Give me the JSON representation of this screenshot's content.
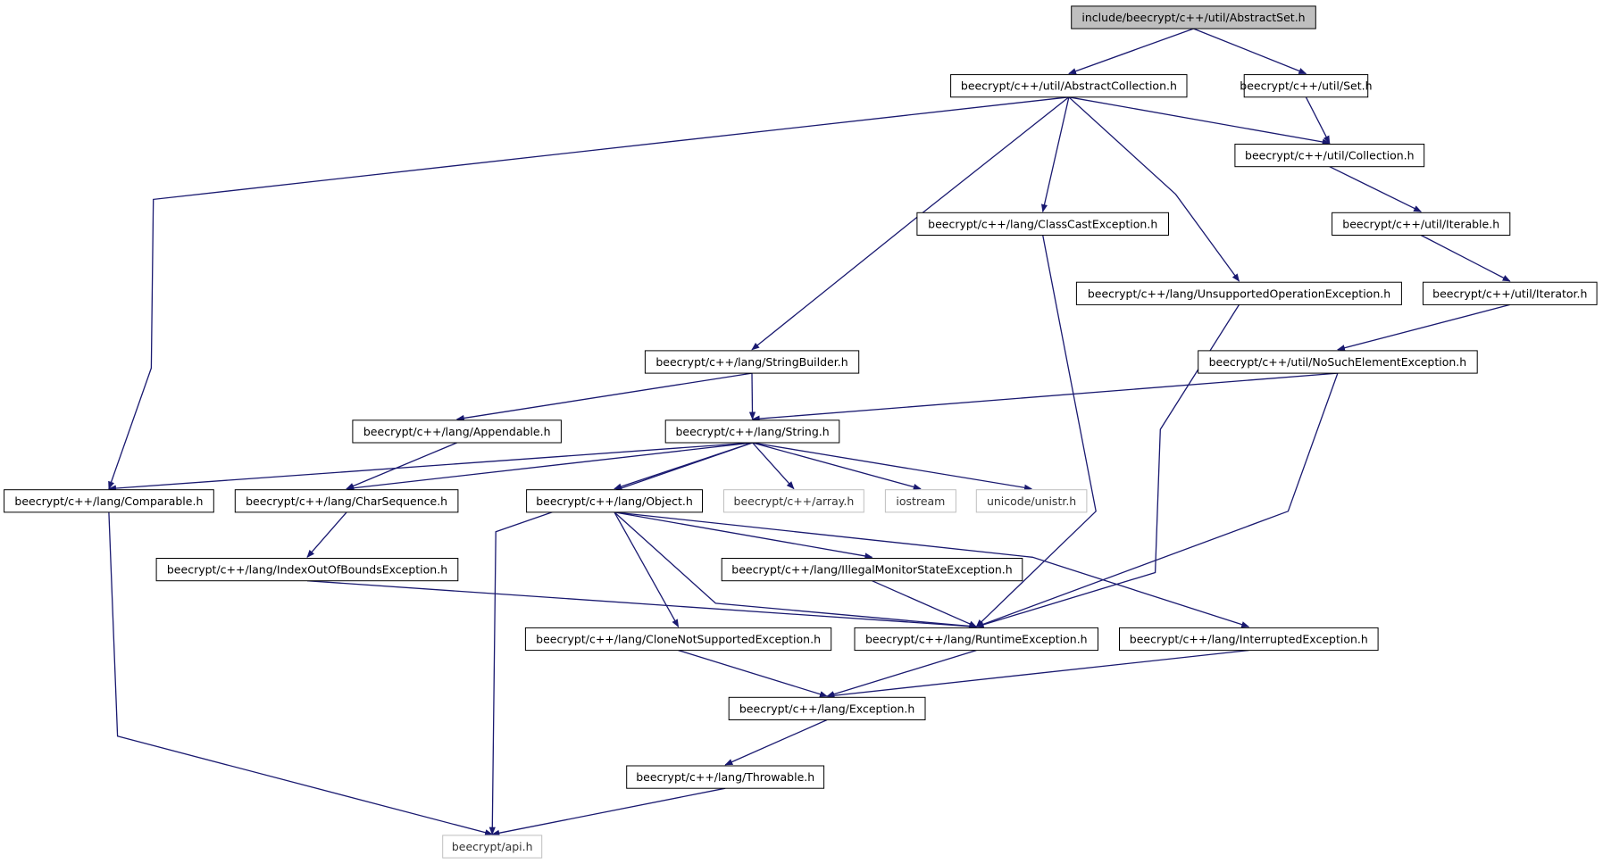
{
  "diagram": {
    "nodes": [
      {
        "id": "abstractset",
        "label": "include/beecrypt/c++/util/AbstractSet.h",
        "kind": "root"
      },
      {
        "id": "abstractcollection",
        "label": "beecrypt/c++/util/AbstractCollection.h",
        "kind": "normal"
      },
      {
        "id": "set",
        "label": "beecrypt/c++/util/Set.h",
        "kind": "normal"
      },
      {
        "id": "collection",
        "label": "beecrypt/c++/util/Collection.h",
        "kind": "normal"
      },
      {
        "id": "classcast",
        "label": "beecrypt/c++/lang/ClassCastException.h",
        "kind": "normal"
      },
      {
        "id": "iterable",
        "label": "beecrypt/c++/util/Iterable.h",
        "kind": "normal"
      },
      {
        "id": "unsupported",
        "label": "beecrypt/c++/lang/UnsupportedOperationException.h",
        "kind": "normal"
      },
      {
        "id": "iterator",
        "label": "beecrypt/c++/util/Iterator.h",
        "kind": "normal"
      },
      {
        "id": "stringbuilder",
        "label": "beecrypt/c++/lang/StringBuilder.h",
        "kind": "normal"
      },
      {
        "id": "nosuchelement",
        "label": "beecrypt/c++/util/NoSuchElementException.h",
        "kind": "normal"
      },
      {
        "id": "appendable",
        "label": "beecrypt/c++/lang/Appendable.h",
        "kind": "normal"
      },
      {
        "id": "string",
        "label": "beecrypt/c++/lang/String.h",
        "kind": "normal"
      },
      {
        "id": "comparable",
        "label": "beecrypt/c++/lang/Comparable.h",
        "kind": "normal"
      },
      {
        "id": "charsequence",
        "label": "beecrypt/c++/lang/CharSequence.h",
        "kind": "normal"
      },
      {
        "id": "object",
        "label": "beecrypt/c++/lang/Object.h",
        "kind": "normal"
      },
      {
        "id": "array",
        "label": "beecrypt/c++/array.h",
        "kind": "external"
      },
      {
        "id": "iostream",
        "label": "iostream",
        "kind": "external"
      },
      {
        "id": "unistr",
        "label": "unicode/unistr.h",
        "kind": "external"
      },
      {
        "id": "indexoutofbounds",
        "label": "beecrypt/c++/lang/IndexOutOfBoundsException.h",
        "kind": "normal"
      },
      {
        "id": "illegalmonitor",
        "label": "beecrypt/c++/lang/IllegalMonitorStateException.h",
        "kind": "normal"
      },
      {
        "id": "clonenotsupported",
        "label": "beecrypt/c++/lang/CloneNotSupportedException.h",
        "kind": "normal"
      },
      {
        "id": "runtime",
        "label": "beecrypt/c++/lang/RuntimeException.h",
        "kind": "normal"
      },
      {
        "id": "interrupted",
        "label": "beecrypt/c++/lang/InterruptedException.h",
        "kind": "normal"
      },
      {
        "id": "exception",
        "label": "beecrypt/c++/lang/Exception.h",
        "kind": "normal"
      },
      {
        "id": "throwable",
        "label": "beecrypt/c++/lang/Throwable.h",
        "kind": "normal"
      },
      {
        "id": "api",
        "label": "beecrypt/api.h",
        "kind": "external"
      }
    ],
    "edges": [
      [
        "abstractset",
        "abstractcollection"
      ],
      [
        "abstractset",
        "set"
      ],
      [
        "abstractcollection",
        "comparable"
      ],
      [
        "abstractcollection",
        "stringbuilder"
      ],
      [
        "abstractcollection",
        "classcast"
      ],
      [
        "abstractcollection",
        "unsupported"
      ],
      [
        "abstractcollection",
        "collection"
      ],
      [
        "set",
        "collection"
      ],
      [
        "collection",
        "iterable"
      ],
      [
        "iterable",
        "iterator"
      ],
      [
        "iterator",
        "nosuchelement"
      ],
      [
        "classcast",
        "runtime"
      ],
      [
        "unsupported",
        "runtime"
      ],
      [
        "nosuchelement",
        "string"
      ],
      [
        "nosuchelement",
        "runtime"
      ],
      [
        "stringbuilder",
        "appendable"
      ],
      [
        "stringbuilder",
        "string"
      ],
      [
        "appendable",
        "charsequence"
      ],
      [
        "string",
        "comparable"
      ],
      [
        "string",
        "charsequence"
      ],
      [
        "string",
        "object"
      ],
      [
        "string",
        "array"
      ],
      [
        "string",
        "iostream"
      ],
      [
        "string",
        "unistr"
      ],
      [
        "string",
        "api"
      ],
      [
        "comparable",
        "api"
      ],
      [
        "charsequence",
        "indexoutofbounds"
      ],
      [
        "indexoutofbounds",
        "runtime"
      ],
      [
        "object",
        "illegalmonitor"
      ],
      [
        "object",
        "clonenotsupported"
      ],
      [
        "object",
        "runtime"
      ],
      [
        "object",
        "interrupted"
      ],
      [
        "illegalmonitor",
        "runtime"
      ],
      [
        "clonenotsupported",
        "exception"
      ],
      [
        "runtime",
        "exception"
      ],
      [
        "interrupted",
        "exception"
      ],
      [
        "exception",
        "throwable"
      ],
      [
        "throwable",
        "api"
      ]
    ]
  }
}
